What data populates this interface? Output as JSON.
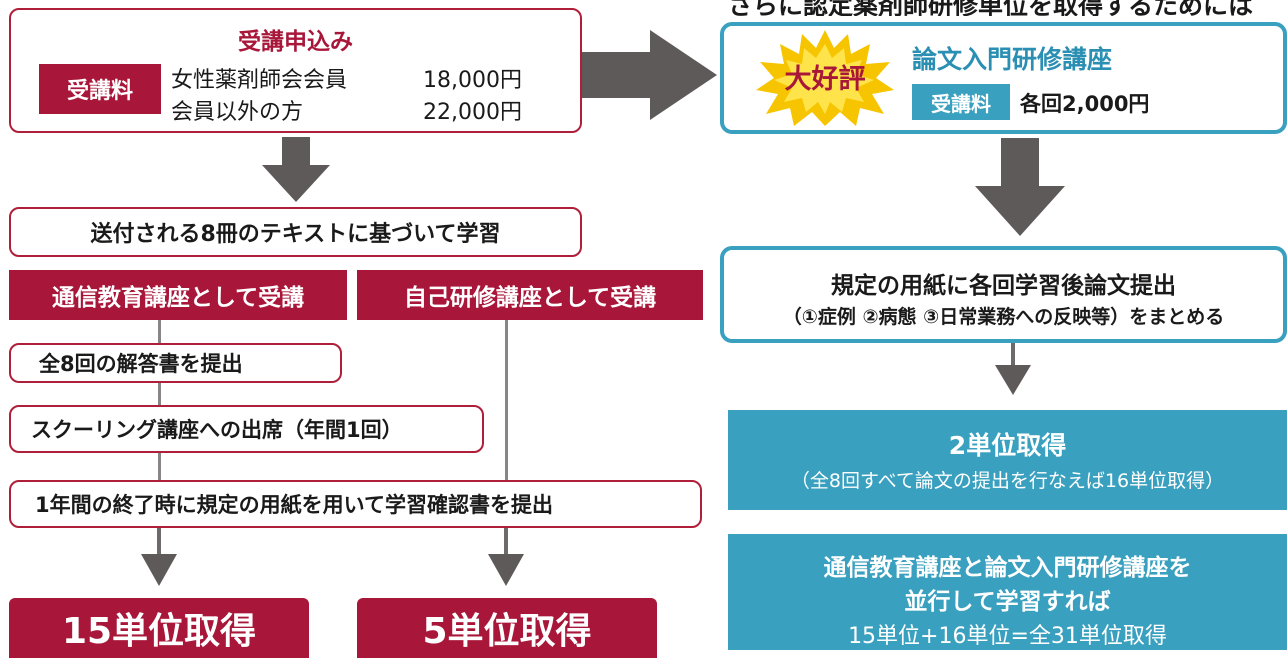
{
  "top_right_heading": "さらに認定薬剤師研修単位を取得するためには",
  "application": {
    "title": "受講申込み",
    "fee_label": "受講料",
    "member_label": "女性薬剤師会会員",
    "member_fee": "18,000円",
    "nonmember_label": "会員以外の方",
    "nonmember_fee": "22,000円"
  },
  "study_text": "送付される8冊のテキストに基づいて学習",
  "tracks": {
    "correspondence": "通信教育講座として受講",
    "self_study": "自己研修講座として受講"
  },
  "steps": {
    "answers": "全8回の解答書を提出",
    "schooling": "スクーリング講座への出席（年間1回）",
    "confirmation": "1年間の終了時に規定の用紙を用いて学習確認書を提出"
  },
  "results": {
    "correspondence": "15単位取得",
    "self_study": "5単位取得"
  },
  "thesis": {
    "badge": "大好評",
    "title": "論文入門研修講座",
    "fee_label": "受講料",
    "fee": "各回2,000円",
    "submit_line1": "規定の用紙に各回学習後論文提出",
    "submit_line2": "（①症例 ②病態 ③日常業務への反映等）をまとめる",
    "credit_title": "2単位取得",
    "credit_note": "（全8回すべて論文の提出を行なえば16単位取得）",
    "combined_line1": "通信教育講座と論文入門研修講座を",
    "combined_line2": "並行して学習すれば",
    "combined_line3": "15単位+16単位=全31単位取得"
  },
  "colors": {
    "crimson": "#a8173a",
    "teal": "#3aa0bf",
    "arrow_gray": "#5f5a5a"
  }
}
